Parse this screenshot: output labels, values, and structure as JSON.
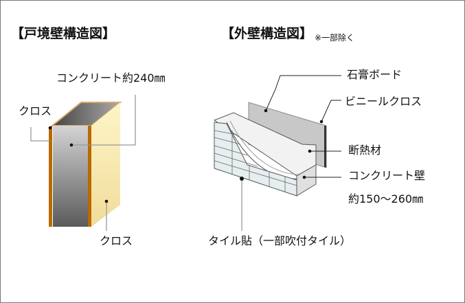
{
  "left": {
    "title": "【戸境壁構造図】",
    "labels": {
      "concrete": "コンクリート約240㎜",
      "cloth_left": "クロス",
      "cloth_bottom": "クロス"
    }
  },
  "right": {
    "title": "【外壁構造図】",
    "note": "※一部除く",
    "labels": {
      "gypsum": "石膏ボード",
      "vinyl": "ビニールクロス",
      "insulation": "断熱材",
      "concrete": "コンクリート壁",
      "concrete_thickness": "約150～260㎜",
      "tile": "タイル貼（一部吹付タイル）"
    }
  }
}
